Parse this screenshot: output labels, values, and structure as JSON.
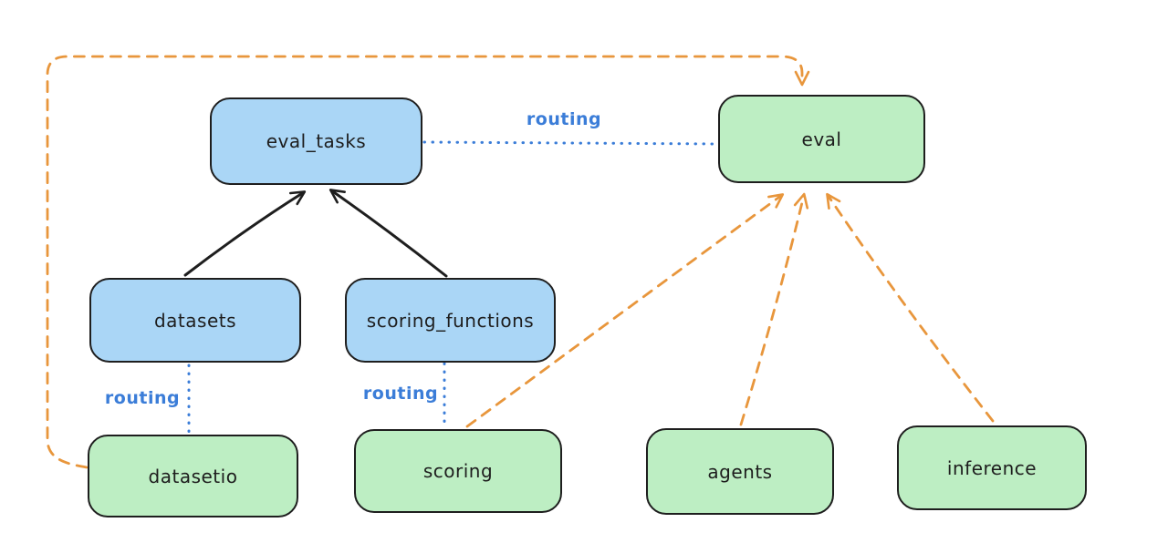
{
  "nodes": {
    "eval_tasks": {
      "label": "eval_tasks"
    },
    "eval": {
      "label": "eval"
    },
    "datasets": {
      "label": "datasets"
    },
    "scoring_functions": {
      "label": "scoring_functions"
    },
    "datasetio": {
      "label": "datasetio"
    },
    "scoring": {
      "label": "scoring"
    },
    "agents": {
      "label": "agents"
    },
    "inference": {
      "label": "inference"
    }
  },
  "edge_labels": {
    "eval_tasks_eval": "routing",
    "datasets_datasetio": "routing",
    "scoring_functions_scoring": "routing"
  },
  "colors": {
    "stroke": "#1e1e1e",
    "blue_fill": "#aad6f6",
    "green_fill": "#bdeec3",
    "orange": "#e8963c",
    "routing_blue": "#3b7dd8"
  }
}
